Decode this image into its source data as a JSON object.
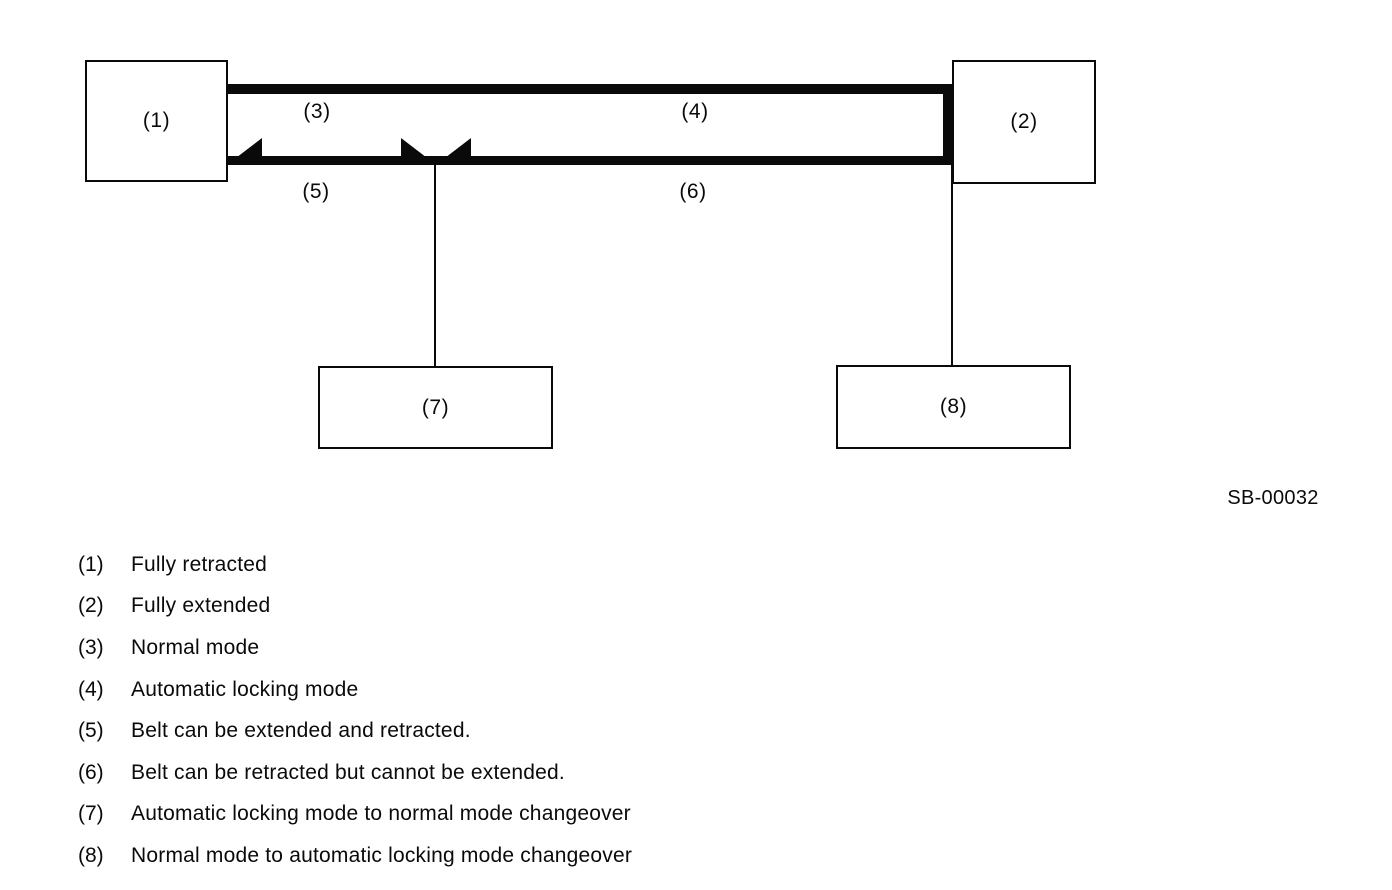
{
  "figure": {
    "code": "SB-00032",
    "boxes": {
      "b1": {
        "label": "(1)"
      },
      "b2": {
        "label": "(2)"
      },
      "b7": {
        "label": "(7)"
      },
      "b8": {
        "label": "(8)"
      }
    },
    "arrow_labels": {
      "a3": {
        "label": "(3)"
      },
      "a4": {
        "label": "(4)"
      },
      "a5": {
        "label": "(5)"
      },
      "a6": {
        "label": "(6)"
      }
    }
  },
  "legend": [
    {
      "number": "(1)",
      "text": "Fully retracted"
    },
    {
      "number": "(2)",
      "text": "Fully extended"
    },
    {
      "number": "(3)",
      "text": "Normal mode"
    },
    {
      "number": "(4)",
      "text": "Automatic locking mode"
    },
    {
      "number": "(5)",
      "text": "Belt can be extended and retracted."
    },
    {
      "number": "(6)",
      "text": "Belt can be retracted but cannot be extended."
    },
    {
      "number": "(7)",
      "text": "Automatic locking mode to normal mode changeover"
    },
    {
      "number": "(8)",
      "text": "Normal mode to automatic locking mode changeover"
    }
  ],
  "colors": {
    "ink": "#0a0a0a",
    "background": "#ffffff"
  }
}
